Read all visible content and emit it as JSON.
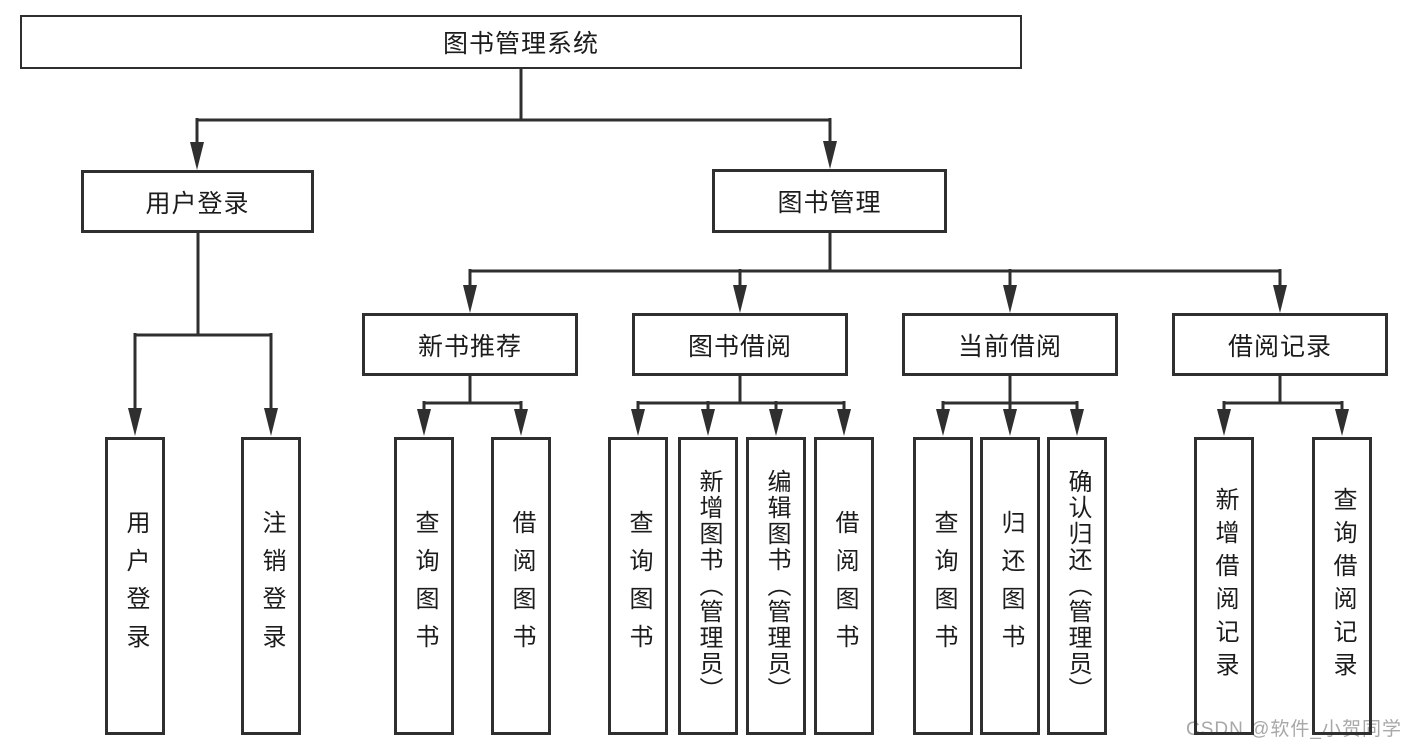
{
  "page": {
    "background": "#ffffff",
    "line_color": "#2f2f2f",
    "text_color": "#1c1c1c"
  },
  "watermark": {
    "text": "CSDN @软件_小贺同学",
    "color": "#a8a8a8"
  },
  "diagram": {
    "type": "tree",
    "root": {
      "label": "图书管理系统"
    },
    "level2": [
      {
        "label": "用户登录",
        "parent": "图书管理系统"
      },
      {
        "label": "图书管理",
        "parent": "图书管理系统"
      }
    ],
    "level3": [
      {
        "label": "新书推荐",
        "parent": "图书管理"
      },
      {
        "label": "图书借阅",
        "parent": "图书管理"
      },
      {
        "label": "当前借阅",
        "parent": "图书管理"
      },
      {
        "label": "借阅记录",
        "parent": "图书管理"
      }
    ],
    "leaves": [
      {
        "label": "用户登录",
        "parent": "用户登录"
      },
      {
        "label": "注销登录",
        "parent": "用户登录"
      },
      {
        "label": "查询图书",
        "parent": "新书推荐"
      },
      {
        "label": "借阅图书",
        "parent": "新书推荐"
      },
      {
        "label": "查询图书",
        "parent": "图书借阅"
      },
      {
        "label": "新增图书（管理员）",
        "parent": "图书借阅"
      },
      {
        "label": "编辑图书（管理员）",
        "parent": "图书借阅"
      },
      {
        "label": "借阅图书",
        "parent": "图书借阅"
      },
      {
        "label": "查询图书",
        "parent": "当前借阅"
      },
      {
        "label": "归还图书",
        "parent": "当前借阅"
      },
      {
        "label": "确认归还（管理员）",
        "parent": "当前借阅"
      },
      {
        "label": "新增借阅记录",
        "parent": "借阅记录"
      },
      {
        "label": "查询借阅记录",
        "parent": "借阅记录"
      }
    ]
  }
}
